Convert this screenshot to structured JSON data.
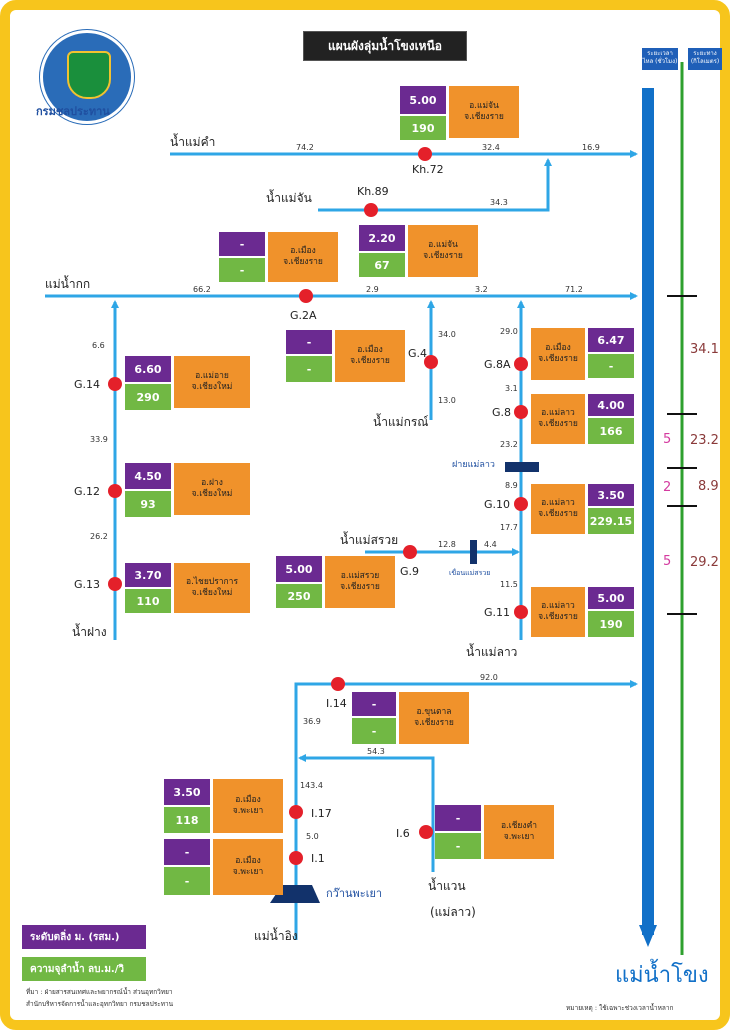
{
  "title": "แผนผังลุ่มน้ำโขงเหนือ",
  "logo_text": "กรมชลประทาน",
  "headers": {
    "left": "ระยะเวลาไหล (ชั่วโมง)",
    "right": "ระยะทาง (กิโลเมตร)"
  },
  "rivers": {
    "mae_kham": "น้ำแม่คำ",
    "mae_chan": "น้ำแม่จัน",
    "mae_kok": "แม่น้ำกก",
    "mae_korn": "น้ำแม่กรณ์",
    "mae_suai": "น้ำแม่สรวย",
    "fang": "น้ำฝาง",
    "mae_lao": "น้ำแม่ลาว",
    "ing": "แม่น้ำอิง",
    "nam_waen": "น้ำแวน",
    "nam_waen_sub": "(แม่ลาว)",
    "mekong": "แม่น้ำโขง"
  },
  "stations": {
    "kh72": "Kh.72",
    "kh89": "Kh.89",
    "g2a": "G.2A",
    "g4": "G.4",
    "g8a": "G.8A",
    "g8": "G.8",
    "g10": "G.10",
    "g11": "G.11",
    "g14": "G.14",
    "g12": "G.12",
    "g13": "G.13",
    "g9": "G.9",
    "i14": "I.14",
    "i17": "I.17",
    "i1": "I.1",
    "i6": "I.6"
  },
  "structures": {
    "weir": "ฝายแม่ลาว",
    "dam": "เขื่อนแม่สรวย",
    "kwan": "กว๊านพะเยา"
  },
  "distances": {
    "mk1": "74.2",
    "mk2": "32.4",
    "mk3": "16.9",
    "mc1": "34.3",
    "kk1": "66.2",
    "kk2": "2.9",
    "kk3": "3.2",
    "kk4": "71.2",
    "g4a": "34.0",
    "g4b": "13.0",
    "l1": "29.0",
    "l2": "3.1",
    "l3": "23.2",
    "l4": "8.9",
    "l5": "17.7",
    "l6": "11.5",
    "f1": "6.6",
    "f2": "33.9",
    "f3": "26.2",
    "s1": "12.8",
    "s2": "4.4",
    "i1": "92.0",
    "i2": "36.9",
    "i3": "143.4",
    "i4": "5.0",
    "i5": "54.3"
  },
  "cards": [
    {
      "level": "5.00",
      "flow": "190",
      "district": "อ.แม่จัน",
      "province": "จ.เชียงราย"
    },
    {
      "level": "-",
      "flow": "-",
      "district": "อ.เมือง",
      "province": "จ.เชียงราย"
    },
    {
      "level": "2.20",
      "flow": "67",
      "district": "อ.แม่จัน",
      "province": "จ.เชียงราย"
    },
    {
      "level": "-",
      "flow": "-",
      "district": "อ.เมือง",
      "province": "จ.เชียงราย"
    },
    {
      "level": "6.60",
      "flow": "290",
      "district": "อ.แม่อาย",
      "province": "จ.เชียงใหม่"
    },
    {
      "level": "4.50",
      "flow": "93",
      "district": "อ.ฝาง",
      "province": "จ.เชียงใหม่"
    },
    {
      "level": "3.70",
      "flow": "110",
      "district": "อ.ไชยปราการ",
      "province": "จ.เชียงใหม่"
    },
    {
      "level": "5.00",
      "flow": "250",
      "district": "อ.แม่สรวย",
      "province": "จ.เชียงราย"
    },
    {
      "level": "6.47",
      "flow": "-",
      "district": "อ.เมือง",
      "province": "จ.เชียงราย"
    },
    {
      "level": "4.00",
      "flow": "166",
      "district": "อ.แม่ลาว",
      "province": "จ.เชียงราย"
    },
    {
      "level": "3.50",
      "flow": "229.15",
      "district": "อ.แม่ลาว",
      "province": "จ.เชียงราย"
    },
    {
      "level": "5.00",
      "flow": "190",
      "district": "อ.แม่ลาว",
      "province": "จ.เชียงราย"
    },
    {
      "level": "-",
      "flow": "-",
      "district": "อ.ขุนตาล",
      "province": "จ.เชียงราย"
    },
    {
      "level": "3.50",
      "flow": "118",
      "district": "อ.เมือง",
      "province": "จ.พะเยา"
    },
    {
      "level": "-",
      "flow": "-",
      "district": "อ.เมือง",
      "province": "จ.พะเยา"
    },
    {
      "level": "-",
      "flow": "-",
      "district": "อ.เชียงคำ",
      "province": "จ.พะเยา"
    }
  ],
  "scale": {
    "km": [
      "34.1",
      "23.2",
      "8.9",
      "29.2"
    ],
    "hours": [
      "5",
      "2",
      "5"
    ]
  },
  "legend": {
    "level": "ระดับตลิ่ง ม. (รสม.)",
    "flow": "ความจุลำน้ำ ลบ.ม./วิ"
  },
  "footer": {
    "source1": "ที่มา : ฝ่ายสารสนเทศและพยากรณ์น้ำ ส่วนอุทกวิทยา",
    "source2": "สำนักบริหารจัดการน้ำและอุทกวิทยา กรมชลประทาน",
    "note": "หมายเหตุ : ใช้เฉพาะช่วงเวลาน้ำหลาก"
  },
  "colors": {
    "river": "#2ea6e6",
    "mekong": "#1170c8",
    "station": "#e4202a",
    "frame": "#f7c51c",
    "level": "#6b2a91",
    "flow": "#71b844",
    "info": "#f0922b",
    "distance_line": "#2fa02f"
  }
}
